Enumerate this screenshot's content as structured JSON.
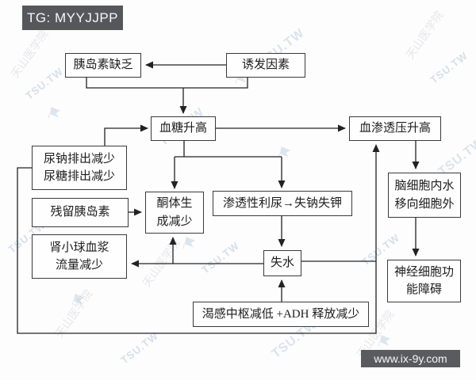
{
  "header": {
    "tag": "TG: MYYJJPP"
  },
  "footer": {
    "url": "www.ix-9y.com"
  },
  "watermark": {
    "brand": "TSU.TW",
    "seal": "天山医学院"
  },
  "diagram": {
    "nodes": {
      "insulin_deficiency": {
        "label": "胰岛素缺乏"
      },
      "precipitating_factors": {
        "label": "诱发因素"
      },
      "hyperglycemia": {
        "label": "血糖升高"
      },
      "hyperosmolality": {
        "label": "血渗透压升高"
      },
      "urine_output_reduced": {
        "label": "尿钠排出减少\n尿糖排出减少"
      },
      "residual_insulin": {
        "label": "残留胰岛素"
      },
      "glomerular_flow_reduced": {
        "label": "肾小球血浆\n流量减少"
      },
      "ketone_reduced": {
        "label": "酮体生\n成减少"
      },
      "osmotic_diuresis": {
        "label": "渗透性利尿→失钠失钾"
      },
      "water_loss": {
        "label": "失水"
      },
      "thirst_adh": {
        "label": "渴感中枢减低 +ADH 释放减少"
      },
      "brain_cell_water_shift": {
        "label": "脑细胞内水\n移向细胞外"
      },
      "neuron_dysfunction": {
        "label": "神经细胞功\n能障碍"
      }
    },
    "edges": [
      "诱发因素 → 胰岛素缺乏",
      "胰岛素缺乏 → 血糖升高",
      "诱发因素 → 血糖升高",
      "尿钠排出减少/尿糖排出减少 → 血糖升高",
      "血糖升高 → 血渗透压升高",
      "血糖升高 → 酮体生成减少",
      "血糖升高 → 渗透性利尿→失钠失钾",
      "残留胰岛素 → 酮体生成减少",
      "渗透性利尿→失钠失钾 → 失水",
      "渴感中枢减低+ADH释放减少 → 失水",
      "失水 → 酮体生成减少",
      "失水 → 肾小球血浆流量减少",
      "失水 → 血渗透压升高",
      "尿钠排出减少/尿糖排出减少 → 血渗透压升高",
      "血渗透压升高 → 脑细胞内水移向细胞外",
      "脑细胞内水移向细胞外 → 神经细胞功能障碍"
    ]
  }
}
